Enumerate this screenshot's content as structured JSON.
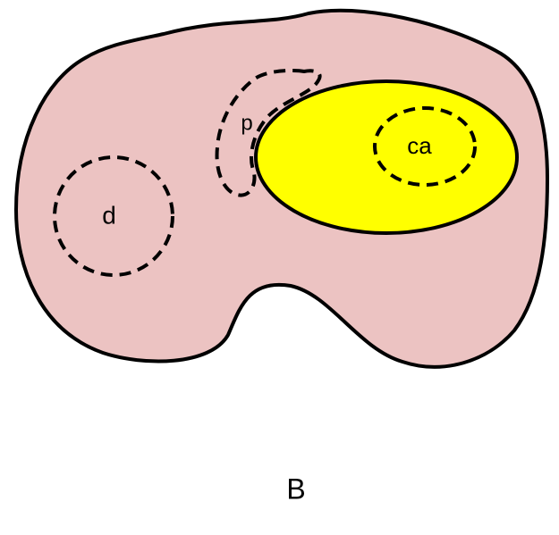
{
  "diagram": {
    "caption": "B",
    "colors": {
      "outer_fill": "#ecc3c2",
      "inner_fill": "#ffff00",
      "stroke": "#000000",
      "background": "#ffffff"
    },
    "regions": {
      "d": {
        "label": "d"
      },
      "p": {
        "label": "p"
      },
      "ca": {
        "label": "ca"
      }
    }
  }
}
